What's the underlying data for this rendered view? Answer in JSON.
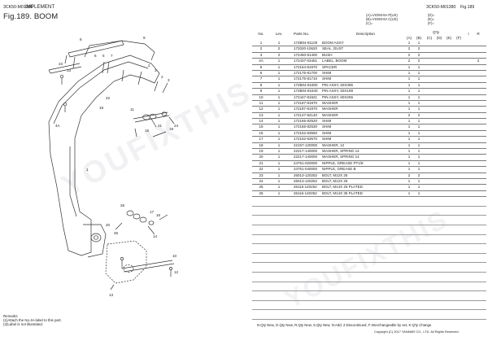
{
  "header": {
    "left_code": "3CK50-M01380",
    "left_title": "IMPLEMENT",
    "figure_title": "Fig.189.  BOOM",
    "right_code": "3CK50-M01380",
    "right_fig": "Fig.189"
  },
  "models_legend": {
    "a_line": "(A)=VIO50-6A P(US)",
    "b_line": "(B)=VIO50-6A C(US)",
    "c_line": "(C)=",
    "d_line": "(D)=",
    "e_line": "(E)=",
    "f_line": "(F)="
  },
  "table": {
    "headers": {
      "no": "No.",
      "lev": "Lev.",
      "parts_no": "Parts No.",
      "description": "Description",
      "qty": "Q'ty",
      "a": "(A)",
      "b": "(B)",
      "c": "(C)",
      "d": "(D)",
      "e": "(E)",
      "f": "(F)",
      "i": "I",
      "r": "R"
    },
    "rows": [
      {
        "no": "1",
        "lev": "1",
        "pn": "172B04-81100",
        "desc": "BOOM ASSY",
        "a": "1",
        "b": "1",
        "r": ""
      },
      {
        "no": "2",
        "lev": "2",
        "pn": "172020-10620",
        "desc": "SEAL, DUST",
        "a": "2",
        "b": "2",
        "r": ""
      },
      {
        "no": "3",
        "lev": "2",
        "pn": "172460-81400",
        "desc": "BUSH",
        "a": "2",
        "b": "2",
        "r": ""
      },
      {
        "no": "4A",
        "lev": "1",
        "pn": "172437-03451",
        "desc": "LABEL, BOOM",
        "a": "2",
        "b": "2",
        "r": "2"
      },
      {
        "no": "5",
        "lev": "1",
        "pn": "172164-81970",
        "desc": "SPACER",
        "a": "1",
        "b": "1",
        "r": ""
      },
      {
        "no": "6",
        "lev": "1",
        "pn": "172175-81700",
        "desc": "SHIM",
        "a": "1",
        "b": "1",
        "r": ""
      },
      {
        "no": "7",
        "lev": "1",
        "pn": "172175-81710",
        "desc": "SHIM",
        "a": "1",
        "b": "1",
        "r": ""
      },
      {
        "no": "8",
        "lev": "1",
        "pn": "172B04-81800",
        "desc": "PIN ASSY, 60X385",
        "a": "1",
        "b": "1",
        "r": ""
      },
      {
        "no": "9",
        "lev": "1",
        "pn": "172B04-81840",
        "desc": "PIN ASSY, 50X189",
        "a": "1",
        "b": "1",
        "r": ""
      },
      {
        "no": "10",
        "lev": "1",
        "pn": "172447-81921",
        "desc": "PIN ASSY, 60X255",
        "a": "1",
        "b": "1",
        "r": ""
      },
      {
        "no": "11",
        "lev": "1",
        "pn": "172187-81970",
        "desc": "WASHER",
        "a": "1",
        "b": "1",
        "r": ""
      },
      {
        "no": "12",
        "lev": "1",
        "pn": "172187-81970",
        "desc": "WASHER",
        "a": "1",
        "b": "1",
        "r": ""
      },
      {
        "no": "13",
        "lev": "1",
        "pn": "172147-82140",
        "desc": "WASHER",
        "a": "2",
        "b": "2",
        "r": ""
      },
      {
        "no": "14",
        "lev": "1",
        "pn": "172165-82520",
        "desc": "SHIM",
        "a": "1",
        "b": "1",
        "r": ""
      },
      {
        "no": "15",
        "lev": "1",
        "pn": "172165-82530",
        "desc": "SHIM",
        "a": "1",
        "b": "1",
        "r": ""
      },
      {
        "no": "16",
        "lev": "1",
        "pn": "172162-83560",
        "desc": "SHIM",
        "a": "1",
        "b": "1",
        "r": ""
      },
      {
        "no": "17",
        "lev": "1",
        "pn": "172162-93570",
        "desc": "SHIM",
        "a": "1",
        "b": "1",
        "r": ""
      },
      {
        "no": "18",
        "lev": "1",
        "pn": "22157-120000",
        "desc": "WASHER, 12",
        "a": "1",
        "b": "1",
        "r": ""
      },
      {
        "no": "19",
        "lev": "1",
        "pn": "22217-140000",
        "desc": "WASHER, SPRING 14",
        "a": "1",
        "b": "1",
        "r": ""
      },
      {
        "no": "20",
        "lev": "1",
        "pn": "22217-140000",
        "desc": "WASHER, SPRING 14",
        "a": "1",
        "b": "1",
        "r": ""
      },
      {
        "no": "21",
        "lev": "1",
        "pn": "24761-020000",
        "desc": "NIPPLE, GREASE PT1/8",
        "a": "1",
        "b": "1",
        "r": ""
      },
      {
        "no": "22",
        "lev": "1",
        "pn": "24761-040000",
        "desc": "NIPPLE, GREASE B",
        "a": "1",
        "b": "1",
        "r": ""
      },
      {
        "no": "23",
        "lev": "1",
        "pn": "26013-120252",
        "desc": "BOLT, M12X 25",
        "a": "2",
        "b": "2",
        "r": ""
      },
      {
        "no": "24",
        "lev": "1",
        "pn": "26013-120252",
        "desc": "BOLT, M12X 25",
        "a": "1",
        "b": "1",
        "r": ""
      },
      {
        "no": "25",
        "lev": "1",
        "pn": "26116-140252",
        "desc": "BOLT, M14X 25 PLATED",
        "a": "1",
        "b": "1",
        "r": ""
      },
      {
        "no": "26",
        "lev": "1",
        "pn": "26116-140352",
        "desc": "BOLT, M14X 35 PLATED",
        "a": "1",
        "b": "1",
        "r": ""
      }
    ]
  },
  "diagram_callouts": [
    "23",
    "13",
    "8",
    "6",
    "5",
    "7",
    "9",
    "2",
    "3",
    "2",
    "3",
    "22",
    "18",
    "4A",
    "11",
    "15",
    "21",
    "19",
    "24",
    "1",
    "26",
    "25",
    "20",
    "14",
    "16",
    "17",
    "10",
    "12",
    "13"
  ],
  "remarks": {
    "title": "Remarks",
    "line1": "(1)Attach the No.4A label to this part.",
    "line2": "(2)Label is not illustrated."
  },
  "footer": {
    "legend": "N.Qty New, O.Qty New, R.Qty New, S.Qty New, N:Add, 2:Discontinued, F:Interchangeable by set, K:Q'ty Change",
    "copyright": "Copyright (C) 2017 YANMAR CO., LTD. All Rights Reserved."
  },
  "colors": {
    "ink": "#222222",
    "rule": "#7a7a7a",
    "watermark": "#9696aa"
  }
}
